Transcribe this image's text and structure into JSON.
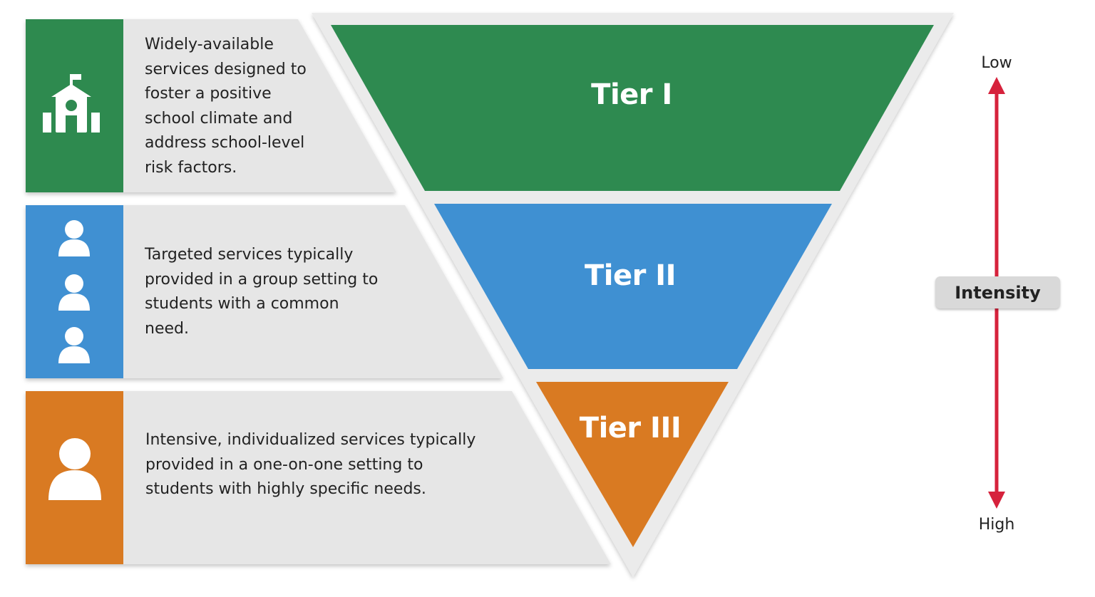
{
  "tiers": [
    {
      "label": "Tier I",
      "description": "Widely-available services designed to foster a positive school climate and address school-level risk factors.",
      "color": "#2e8a50",
      "icon": "school-building-icon"
    },
    {
      "label": "Tier II",
      "description": "Targeted services typically provided in a group setting to students with a common need.",
      "color": "#3f90d2",
      "icon": "group-of-people-icon"
    },
    {
      "label": "Tier III",
      "description": "Intensive, individualized services typically provided in a one-on-one setting to students with highly specific needs.",
      "color": "#d97a22",
      "icon": "single-person-icon"
    }
  ],
  "scale": {
    "label": "Intensity",
    "low": "Low",
    "high": "High",
    "arrow_color": "#d6223c"
  },
  "panel_color": "#e6e6e6"
}
